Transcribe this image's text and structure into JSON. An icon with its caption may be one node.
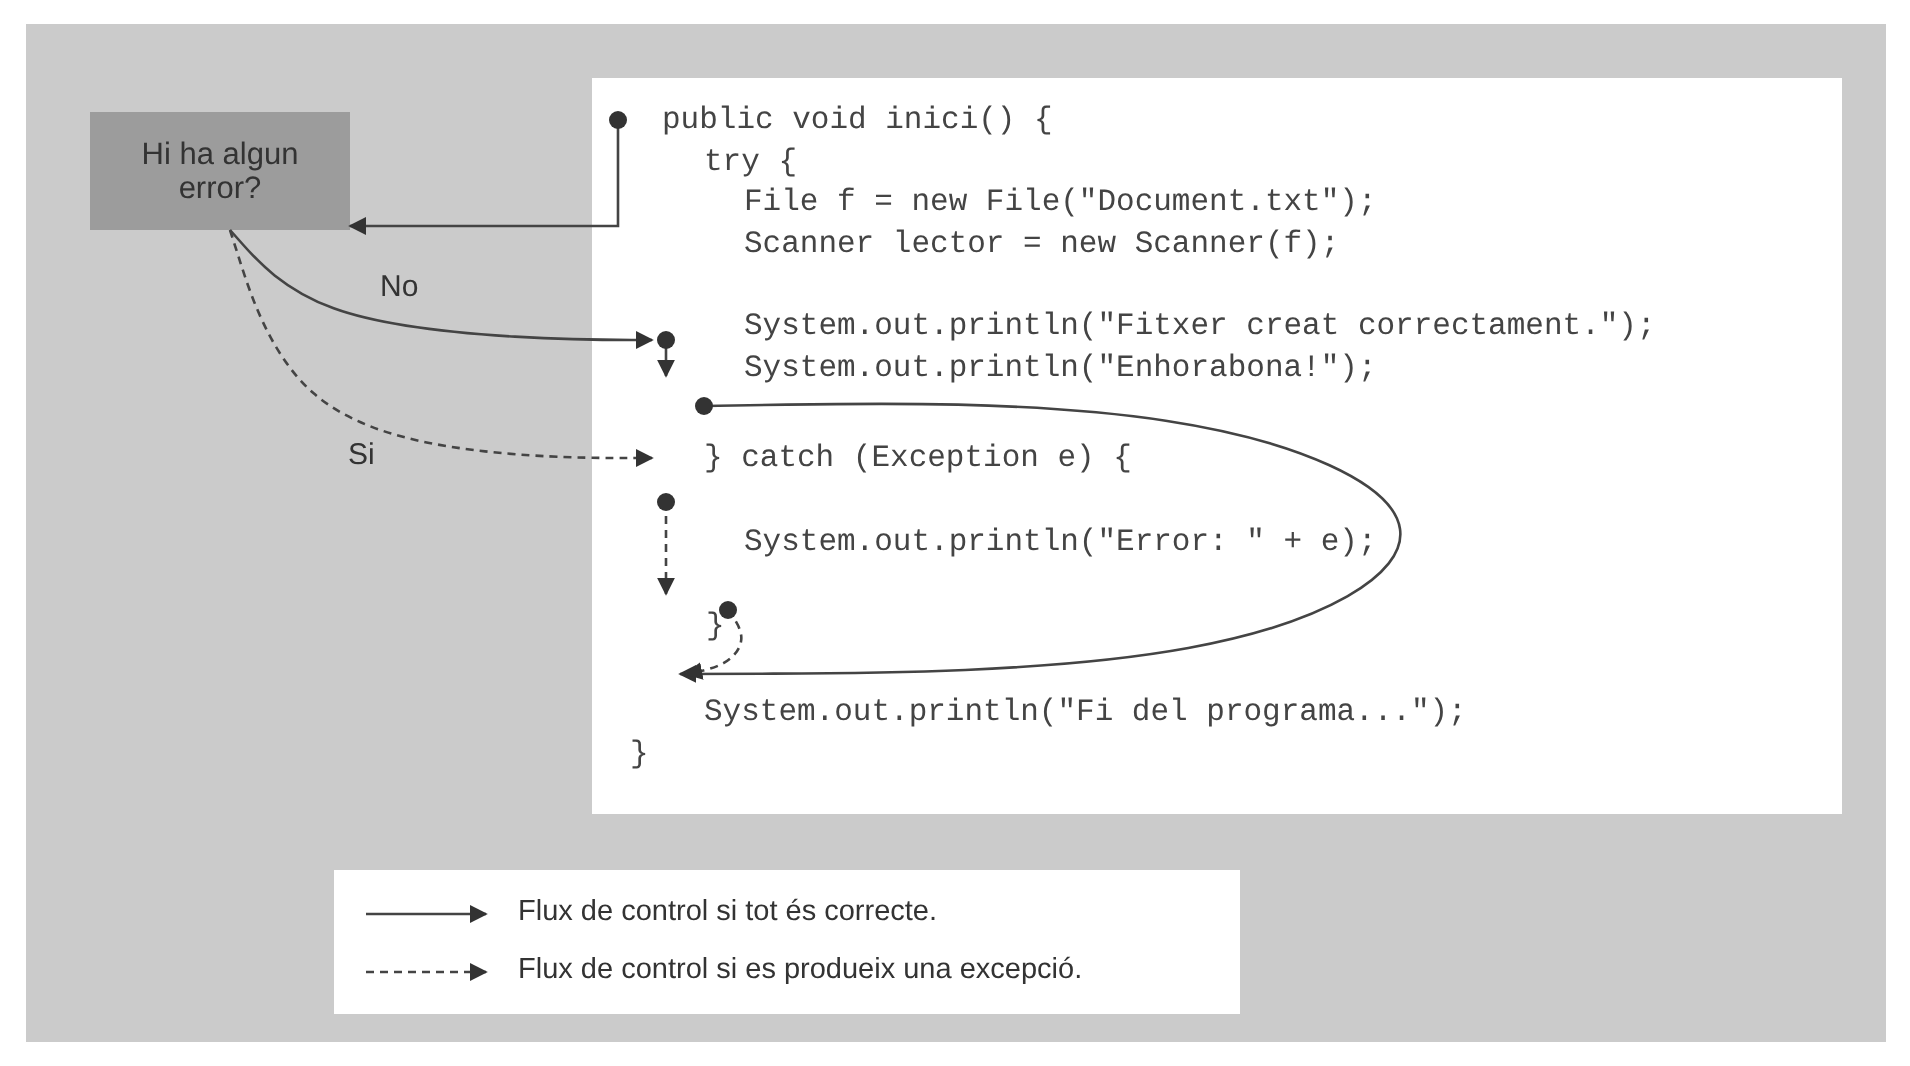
{
  "diagram": {
    "nodes": [
      {
        "text": [
          "Hi ha algun error?"
        ]
      },
      {
        "text": [],
        "shape": "box"
      },
      {
        "text": [
          "public void inici() {"
        ],
        "in": 1
      },
      {
        "text": [
          "try {"
        ],
        "in": 1
      },
      {
        "text": [
          "File f = new File(\"Document.txt\");"
        ],
        "in": 1
      },
      {
        "text": [
          "Scanner lector = new Scanner(f);"
        ],
        "in": 1
      },
      {
        "text": [
          "System.out.println(\"Fitxer creat correctament.\");"
        ],
        "in": 1
      },
      {
        "text": [
          "System.out.println(\"Enhorabona!\");"
        ],
        "in": 1
      },
      {
        "text": [
          "} catch (Exception e) {"
        ],
        "in": 1
      },
      {
        "text": [
          "System.out.println(\"Error: \" + e);"
        ],
        "in": 1
      },
      {
        "text": [
          "}"
        ],
        "in": 1
      },
      {
        "text": [
          "System.out.println(\"Fi del programa...\");"
        ],
        "in": 1
      },
      {
        "text": [
          "}"
        ],
        "in": 1
      }
    ],
    "edges": [
      {
        "from": 2,
        "to": 0,
        "arrow": "to"
      },
      {
        "from": 0,
        "to": 6,
        "arrow": "to",
        "label": "No"
      },
      {
        "from": 6,
        "to": 7,
        "arrow": "to"
      },
      {
        "from": 7,
        "to": 11,
        "arrow": "to"
      },
      {
        "from": 0,
        "to": 8,
        "arrow": "to",
        "label": "Si",
        "style": "dashed"
      },
      {
        "from": 8,
        "to": 10,
        "arrow": "to",
        "style": "dashed"
      },
      {
        "from": 10,
        "to": 11,
        "arrow": "to",
        "style": "dashed"
      }
    ],
    "legend": [
      {
        "text": "Flux de control si tot és correcte."
      },
      {
        "text": "Flux de control si es produeix una excepció."
      }
    ]
  }
}
